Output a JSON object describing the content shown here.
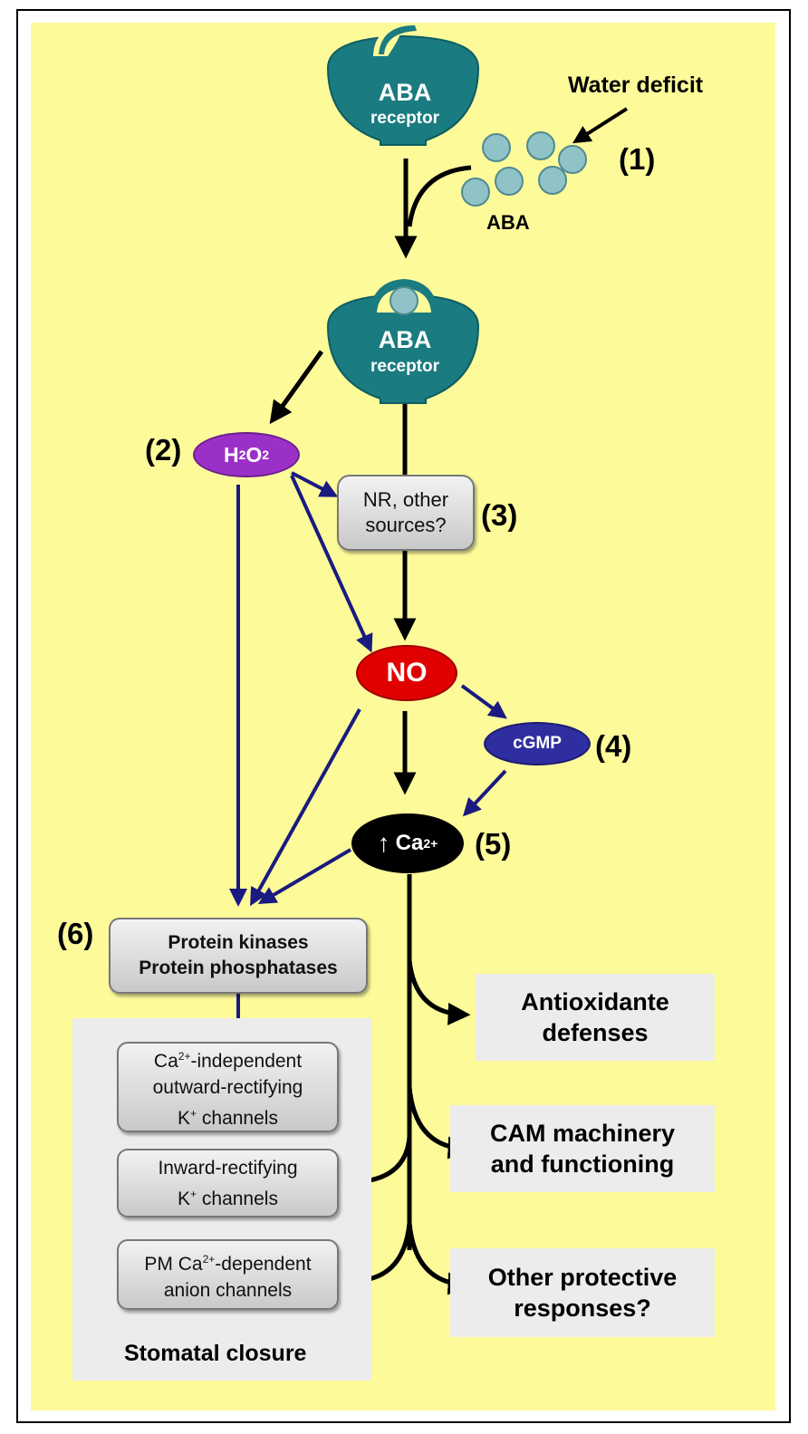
{
  "labels": {
    "water_deficit": "Water deficit",
    "aba": "ABA",
    "step1": "(1)",
    "step2": "(2)",
    "step3": "(3)",
    "step4": "(4)",
    "step5": "(5)",
    "step6": "(6)"
  },
  "receptor_top": {
    "title": "ABA",
    "subtitle": "receptor"
  },
  "receptor_bound": {
    "title": "ABA",
    "subtitle": "receptor"
  },
  "nodes": {
    "h2o2": {
      "base1": "H",
      "sub1": "2",
      "base2": "O",
      "sub2": "2"
    },
    "nr_sources": {
      "line1": "NR, other",
      "line2": "sources?"
    },
    "no": "NO",
    "cgmp": "cGMP",
    "calcium": {
      "arrow": "↑",
      "text": "Ca",
      "sup": "2+"
    },
    "kinases": {
      "line1": "Protein kinases",
      "line2": "Protein phosphatases"
    }
  },
  "channels": {
    "ca_independent": {
      "pre": "Ca",
      "sup": "2+",
      "rest1": "-independent",
      "line2": "outward-rectifying",
      "line3_pre": "K",
      "line3_sup": "+",
      "line3_post": " channels"
    },
    "inward": {
      "line1": "Inward-rectifying",
      "line2_pre": "K",
      "line2_sup": "+",
      "line2_post": " channels"
    },
    "pm_anion": {
      "pre": "PM Ca",
      "sup": "2+",
      "post": "-dependent",
      "line2": "anion channels"
    },
    "closure": "Stomatal closure"
  },
  "responses": {
    "antioxidant": {
      "line1": "Antioxidante",
      "line2": "defenses"
    },
    "cam": {
      "line1": "CAM machinery",
      "line2": "and functioning"
    },
    "other": {
      "line1": "Other protective",
      "line2": "responses?"
    }
  },
  "colors": {
    "background": "#fdfa9a",
    "receptor": "#1a7b80",
    "h2o2": "#9b30c8",
    "no": "#e00000",
    "cgmp": "#2e2ea0",
    "calcium": "#000000",
    "arrow_black": "#000000",
    "arrow_blue": "#1a1a80",
    "aba_molecule": "#8fc3c8"
  }
}
